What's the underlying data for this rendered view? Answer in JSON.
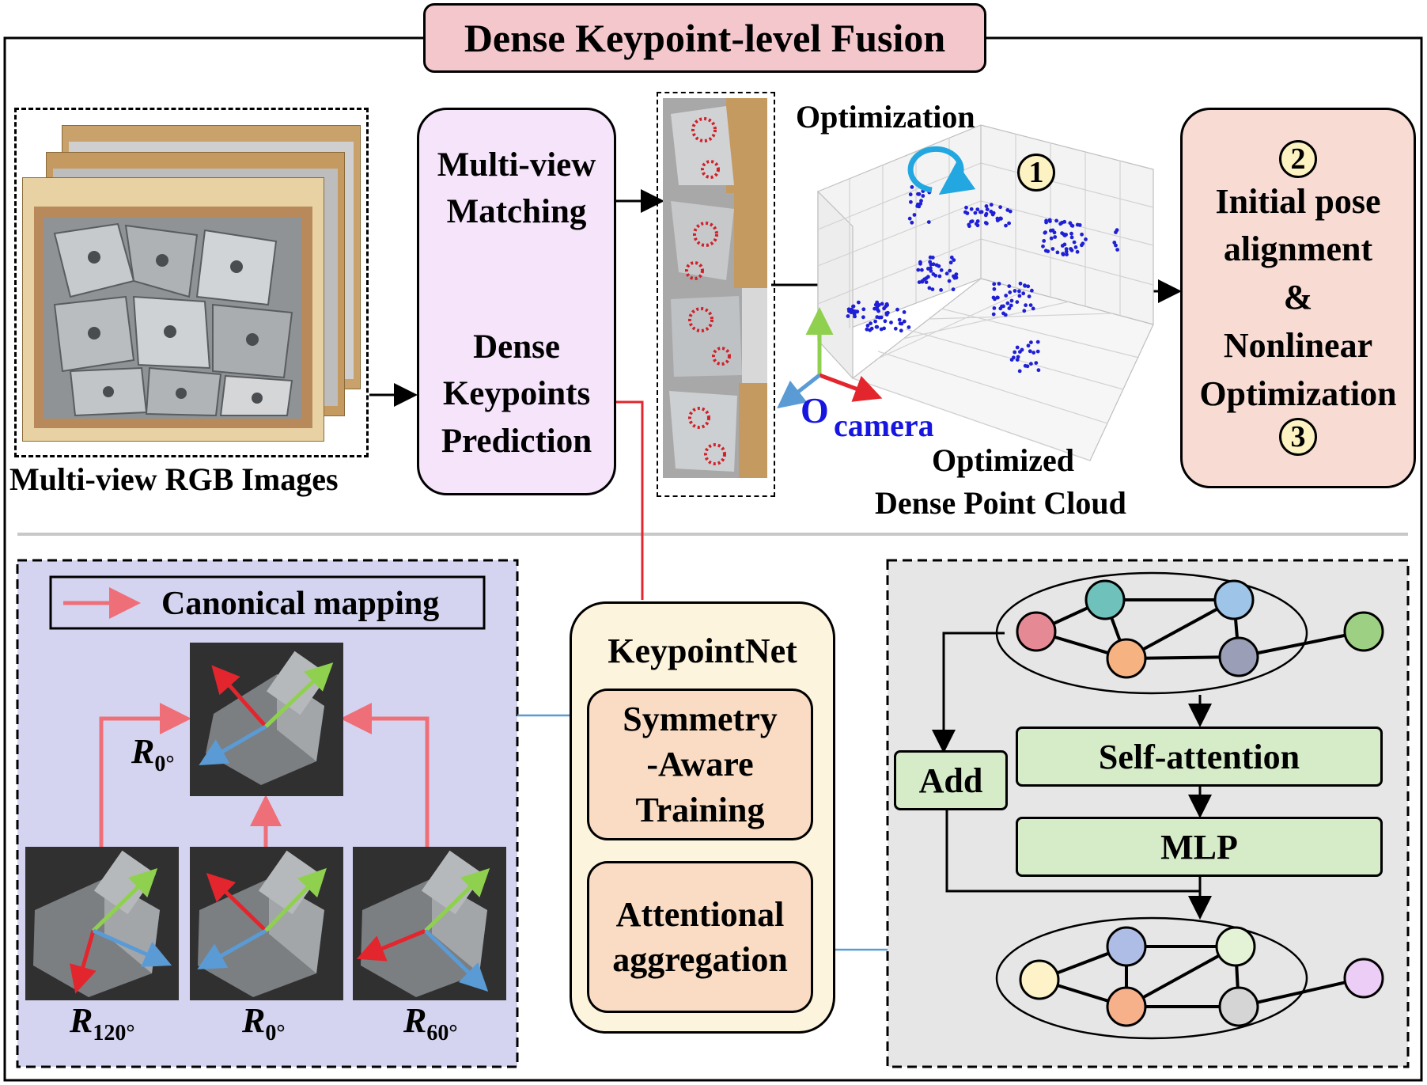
{
  "title": "Dense Keypoint-level Fusion",
  "top": {
    "images_label": "Multi-view RGB Images",
    "mv_box": {
      "line1": "Multi-view",
      "line2": "Matching",
      "line3": "Dense",
      "line4": "Keypoints",
      "line5": "Prediction"
    },
    "optimization_label": "Optimization",
    "step1": "1",
    "axis_origin": "O",
    "axis_camera": "camera",
    "cloud_label_line1": "Optimized",
    "cloud_label_line2": "Dense Point Cloud",
    "pose_box": {
      "step2": "2",
      "line1": "Initial pose",
      "line2": "alignment",
      "line3": "&",
      "line4": "Nonlinear",
      "line5": "Optimization",
      "step3": "3"
    }
  },
  "bottom": {
    "legend_label": "Canonical mapping",
    "rotations": [
      {
        "symbol": "R",
        "sub": "0°"
      },
      {
        "symbol": "R",
        "sub": "120°"
      },
      {
        "symbol": "R",
        "sub": "0°"
      },
      {
        "symbol": "R",
        "sub": "60°"
      }
    ],
    "keypointnet": {
      "title": "KeypointNet",
      "box1_line1": "Symmetry",
      "box1_line2": "-Aware",
      "box1_line3": "Training",
      "box2_line1": "Attentional",
      "box2_line2": "aggregation"
    },
    "attention": {
      "add": "Add",
      "self_attention": "Self-attention",
      "mlp": "MLP"
    }
  },
  "colors": {
    "title_fill": "#f4c7cd",
    "mv_fill": "#f5e4fa",
    "pose_fill": "#f8dcd3",
    "left_panel_fill": "#d4d4f0",
    "right_panel_fill": "#e6e6e6",
    "keypointnet_fill": "#fdf4dd",
    "orange_fill": "#f9dcc3",
    "green_fill": "#d6ecc8",
    "mapping_arrow": "#ef6f78",
    "red_link": "#e3262d",
    "blue_link": "#5b9bd5",
    "points": "#1f1fd6"
  }
}
